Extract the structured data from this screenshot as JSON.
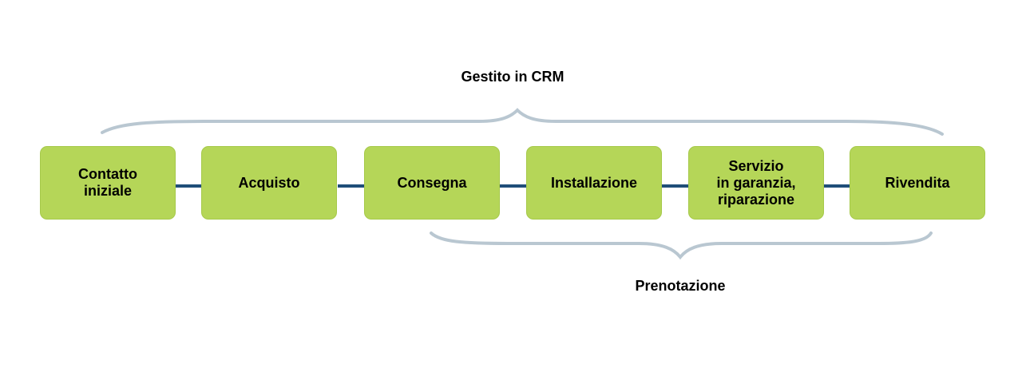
{
  "diagram": {
    "top_brace_label": "Gestito in CRM",
    "bottom_brace_label": "Prenotazione",
    "top_brace_covers_steps": [
      0,
      5
    ],
    "bottom_brace_covers_steps": [
      2,
      5
    ],
    "steps": [
      {
        "label": "Contatto\niniziale"
      },
      {
        "label": "Acquisto"
      },
      {
        "label": "Consegna"
      },
      {
        "label": "Installazione"
      },
      {
        "label": "Servizio\nin garanzia,\nriparazione"
      },
      {
        "label": "Rivendita"
      }
    ],
    "colors": {
      "step_fill": "#b5d658",
      "connector": "#1f4e79",
      "brace": "#b9c7d1",
      "text": "#000000"
    }
  }
}
